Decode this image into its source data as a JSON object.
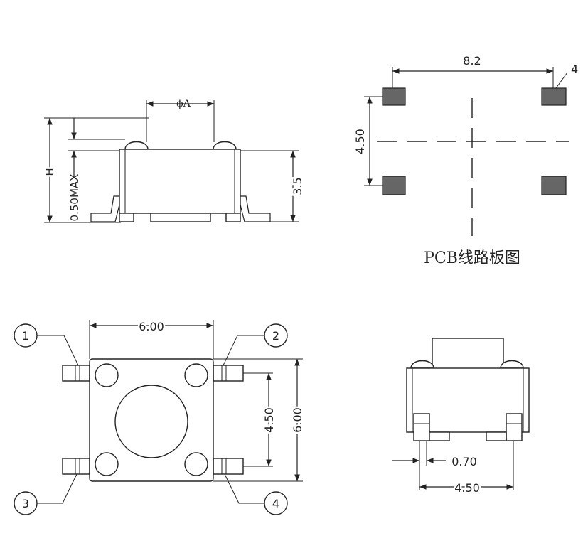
{
  "side_view": {
    "dim_phi": "ϕA",
    "dim_h": "H",
    "dim_max": "0.50MAX",
    "dim_height": "3.5"
  },
  "pcb_view": {
    "dim_width": "8.2",
    "dim_pad": "4",
    "dim_pitch": "4.50",
    "caption": "PCB线路板图"
  },
  "top_view": {
    "dim_width": "6.00",
    "dim_pitch": "4.50",
    "dim_height": "6.00",
    "pins": [
      "1",
      "2",
      "3",
      "4"
    ]
  },
  "front_view": {
    "dim_lead": "0.70",
    "dim_pitch": "4.50"
  }
}
